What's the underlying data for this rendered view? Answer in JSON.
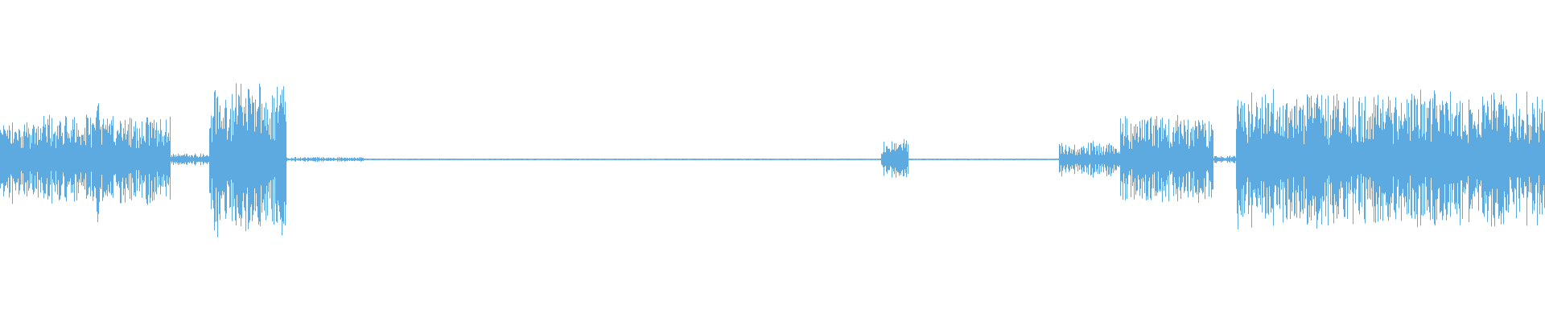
{
  "waveform": {
    "color": "#5DAAE0",
    "background": "#FFFFFF",
    "segments": [
      {
        "start": 0.0,
        "end": 0.11,
        "level": 0.55
      },
      {
        "start": 0.11,
        "end": 0.135,
        "level": 0.08
      },
      {
        "start": 0.135,
        "end": 0.185,
        "level": 0.95
      },
      {
        "start": 0.185,
        "end": 0.235,
        "level": 0.03
      },
      {
        "start": 0.235,
        "end": 0.57,
        "level": 0.005
      },
      {
        "start": 0.57,
        "end": 0.588,
        "level": 0.25
      },
      {
        "start": 0.588,
        "end": 0.685,
        "level": 0.01
      },
      {
        "start": 0.685,
        "end": 0.725,
        "level": 0.22
      },
      {
        "start": 0.725,
        "end": 0.785,
        "level": 0.55
      },
      {
        "start": 0.785,
        "end": 0.8,
        "level": 0.05
      },
      {
        "start": 0.8,
        "end": 1.0,
        "level": 0.85
      }
    ],
    "peaks": [
      {
        "position": 0.063,
        "amplitude": 0.9
      },
      {
        "position": 0.082,
        "amplitude": 0.45
      },
      {
        "position": 0.155,
        "amplitude": 1.0
      },
      {
        "position": 0.173,
        "amplitude": 0.55
      },
      {
        "position": 0.582,
        "amplitude": 0.28
      },
      {
        "position": 0.754,
        "amplitude": 0.5
      },
      {
        "position": 0.776,
        "amplitude": 0.42
      },
      {
        "position": 0.852,
        "amplitude": 1.0
      },
      {
        "position": 0.898,
        "amplitude": 0.85
      },
      {
        "position": 0.933,
        "amplitude": 0.75
      },
      {
        "position": 0.967,
        "amplitude": 0.95
      },
      {
        "position": 0.998,
        "amplitude": 0.6
      }
    ]
  }
}
